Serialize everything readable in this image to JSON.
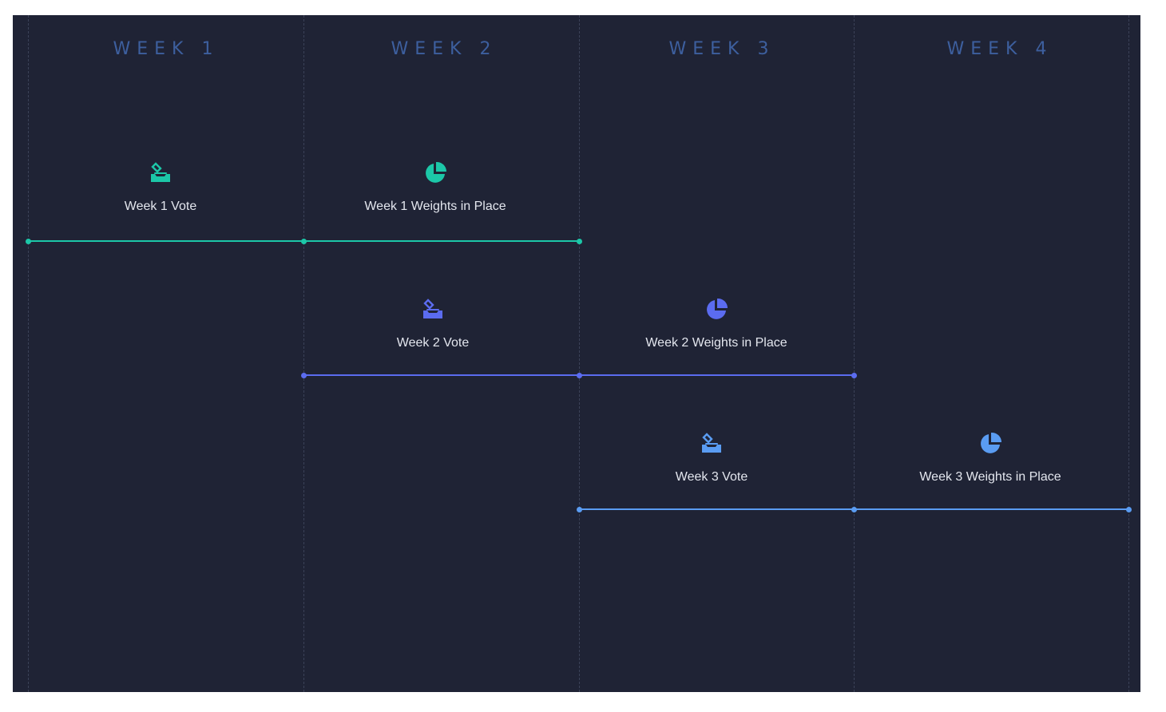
{
  "weeks": [
    "WEEK 1",
    "WEEK 2",
    "WEEK 3",
    "WEEK 4"
  ],
  "colors": {
    "background": "#1f2335",
    "week_label": "#3d5f9e",
    "divider": "#3b4258",
    "track1": "#1cc7a8",
    "track2": "#5b6cf0",
    "track3": "#5a9cf2",
    "text": "#e3e6ee"
  },
  "tracks": [
    {
      "color": "#1cc7a8",
      "events": [
        {
          "label": "Week 1 Vote",
          "icon": "ballot-box-icon"
        },
        {
          "label": "Week 1 Weights in Place",
          "icon": "pie-chart-icon"
        }
      ]
    },
    {
      "color": "#5b6cf0",
      "events": [
        {
          "label": "Week 2 Vote",
          "icon": "ballot-box-icon"
        },
        {
          "label": "Week 2 Weights in Place",
          "icon": "pie-chart-icon"
        }
      ]
    },
    {
      "color": "#5a9cf2",
      "events": [
        {
          "label": "Week 3 Vote",
          "icon": "ballot-box-icon"
        },
        {
          "label": "Week 3 Weights in Place",
          "icon": "pie-chart-icon"
        }
      ]
    }
  ]
}
